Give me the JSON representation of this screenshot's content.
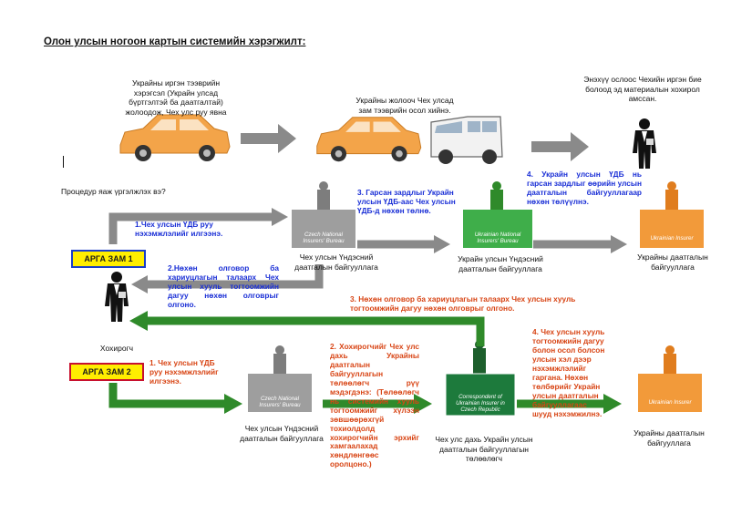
{
  "title": "Олон улсын ногоон картын системийн хэрэгжилт:",
  "question": "Процедур яаж үргэлжлэх вэ?",
  "captions": {
    "car_left": "Украйны иргэн тээврийн хэрэгсэл (Украйн улсад бүртгэлтэй ба даатгалтай) жолоодож, Чех улс руу явна",
    "car_accident": "Украйны жолооч Чех улсад зам тээврийн осол хийнэ.",
    "victim_top": "Энэхүү ослоос Чехийн иргэн бие болоод эд материалын хохирол амссан.",
    "czech_bureau_1": "Чех улсын Үндэсний даатгалын байгууллага",
    "ukr_bureau": "Украйн улсын Үндэсний даатгалын байгууллага",
    "ukr_insurer_1": "Украйны даатгалын байгууллага",
    "victim": "Хохирогч",
    "czech_bureau_2": "Чех улсын Үндэсний даатгалын байгууллага",
    "correspondent": "Чех улс дахь Украйн улсын даатгалын байгууллагын төлөөлөгч",
    "ukr_insurer_2": "Украйны даатгалын байгууллага"
  },
  "route1": "АРГА ЗАМ 1",
  "route2": "АРГА ЗАМ 2",
  "steps_blue": {
    "s1": "1.Чех улсын ҮДБ руу нэхэмжлэлийг илгээнэ.",
    "s2": "2.Нөхөн олговор ба хариуцлагын талаарх Чех улсын хууль тогтоомжийн дагуу нөхөн олговрыг олгоно.",
    "s3": "3. Гарсан зардлыг Украйн улсын ҮДБ-аас Чех улсын ҮДБ-д нөхөн төлнө.",
    "s4": "4. Украйн улсын ҮДБ нь гарсан зардлыг өөрийн улсын даатгалын байгууллагаар нөхөн төлүүлнэ."
  },
  "steps_red": {
    "s1": "1. Чех улсын ҮДБ руу нэхэмжлэлийг илгээнэ.",
    "s2": "2. Хохирогчийг Чех улс дахь Украйны даатгалын байгууллагын төлөөлөгч рүү мэдэгдэнэ: (Төлөөлөгч нь системийн хууль тогтоомжийг хүлээн зөвшөөрөхгүй тохиолдолд хохирогчийн эрхийг хамгаалахад хөндлөнгөөс оролцоно.)",
    "s3": "3. Нөхөн олговор ба хариуцлагын талаарх Чех улсын хууль тогтоомжийн дагуу нөхөн олговрыг олгоно.",
    "s4": "4. Чех улсын хууль тогтоомжийн дагуу болон осол болсон улсын хэл дээр нэхэмжлэлийг гаргана. Нөхөн төлбөрийг Украйн улсын даатгалын байгууллагаас шууд нэхэмжилнэ."
  },
  "box_labels": {
    "czech": "Czech National Insurers' Bureau",
    "ukr_bureau": "Ukrainian National Insurers' Bureau",
    "ukr_insurer": "Ukrainian Insurer",
    "correspondent": "Correspondent of Ukrainian Insurer in Czech Republic"
  },
  "colors": {
    "car_orange": "#f3a449",
    "van_white": "#f2f2f2",
    "grey_box": "#9e9e9e",
    "green_box": "#3fae4a",
    "dark_green_box": "#1d7a3c",
    "orange_box": "#f29a3a",
    "arrow_grey": "#8a8a8a",
    "arrow_green": "#2f8a2a",
    "blue_text": "#1a2fd6",
    "red_text": "#d84515"
  },
  "icons": [
    "car-icon",
    "van-icon",
    "person-icon",
    "building-icon",
    "arrow-right-icon",
    "arrow-left-icon"
  ]
}
